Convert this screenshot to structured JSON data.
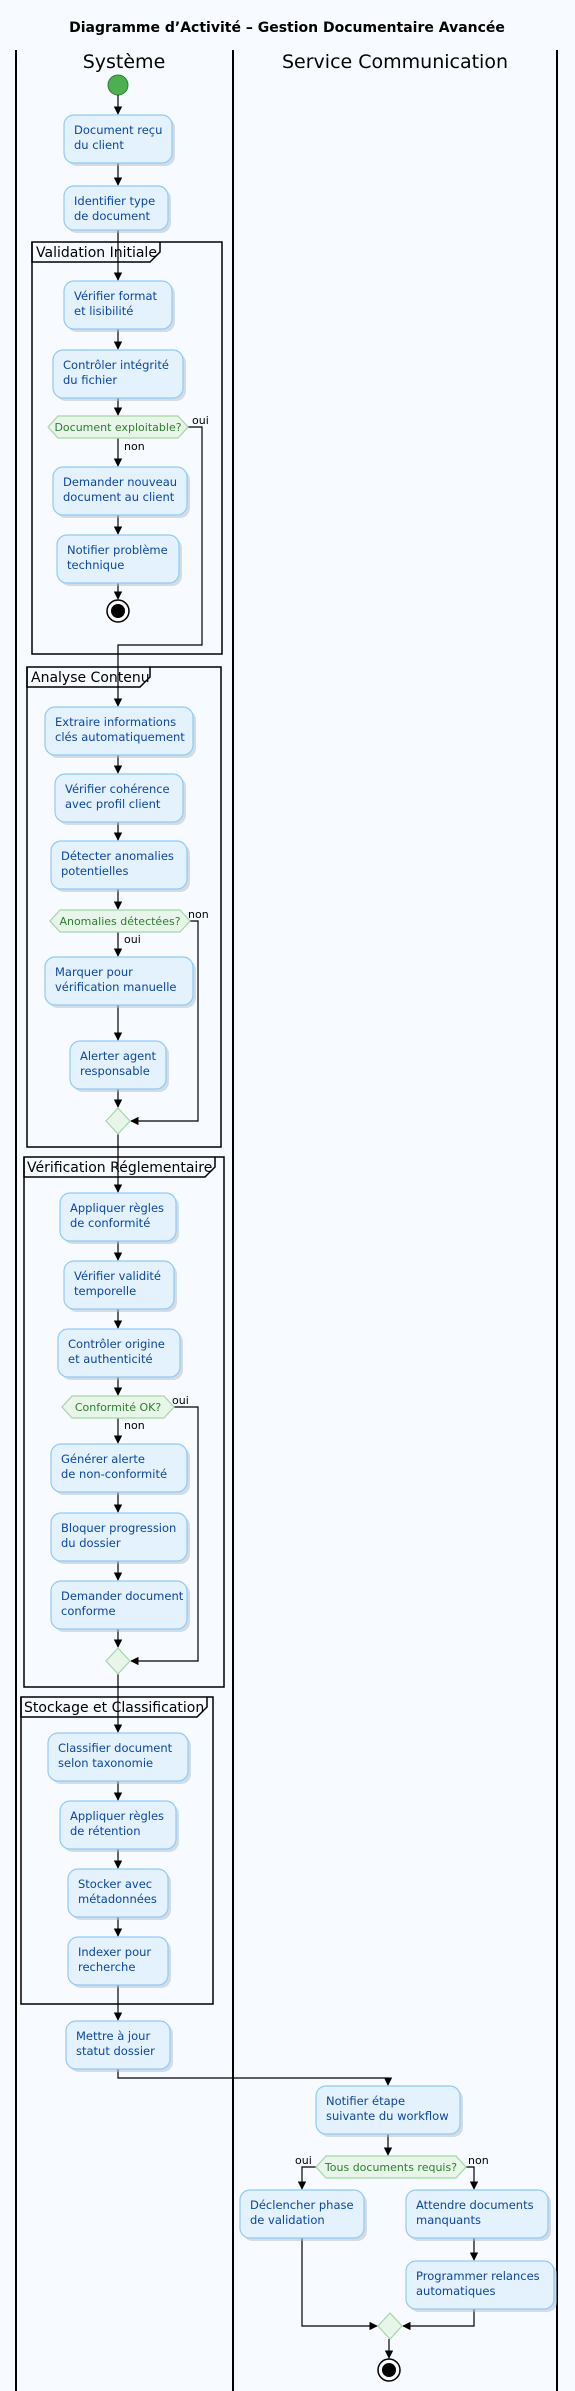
{
  "title": "Diagramme d’Activité – Gestion Documentaire Avancée",
  "lanes": [
    "Système",
    "Service Communication"
  ],
  "frames": {
    "f1": "Validation Initiale",
    "f2": "Analyse Contenu",
    "f3": "Vérification Réglementaire",
    "f4": "Stockage et Classification"
  },
  "activities": {
    "a1": [
      "Document reçu",
      "du client"
    ],
    "a2": [
      "Identifier type",
      "de document"
    ],
    "a3": [
      "Vérifier format",
      "et lisibilité"
    ],
    "a4": [
      "Contrôler intégrité",
      "du fichier"
    ],
    "a5": [
      "Demander nouveau",
      "document au client"
    ],
    "a6": [
      "Notifier problème",
      "technique"
    ],
    "a7": [
      "Extraire informations",
      "clés automatiquement"
    ],
    "a8": [
      "Vérifier cohérence",
      "avec profil client"
    ],
    "a9": [
      "Détecter anomalies",
      "potentielles"
    ],
    "a10": [
      "Marquer pour",
      "vérification manuelle"
    ],
    "a11": [
      "Alerter agent",
      "responsable"
    ],
    "a12": [
      "Appliquer règles",
      "de conformité"
    ],
    "a13": [
      "Vérifier validité",
      "temporelle"
    ],
    "a14": [
      "Contrôler origine",
      "et authenticité"
    ],
    "a15": [
      "Générer alerte",
      "de non-conformité"
    ],
    "a16": [
      "Bloquer progression",
      "du dossier"
    ],
    "a17": [
      "Demander document",
      "conforme"
    ],
    "a18": [
      "Classifier document",
      "selon taxonomie"
    ],
    "a19": [
      "Appliquer règles",
      "de rétention"
    ],
    "a20": [
      "Stocker avec",
      "métadonnées"
    ],
    "a21": [
      "Indexer pour",
      "recherche"
    ],
    "a22": [
      "Mettre à jour",
      "statut dossier"
    ],
    "a23": [
      "Notifier étape",
      "suivante du workflow"
    ],
    "a24": [
      "Déclencher phase",
      "de validation"
    ],
    "a25": [
      "Attendre documents",
      "manquants"
    ],
    "a26": [
      "Programmer relances",
      "automatiques"
    ]
  },
  "decisions": {
    "d1": "Document exploitable?",
    "d2": "Anomalies détectées?",
    "d3": "Conformité OK?",
    "d4": "Tous documents requis?"
  },
  "guards": {
    "g1_yes": "oui",
    "g1_no": "non",
    "g2_yes": "oui",
    "g2_no": "non",
    "g3_yes": "oui",
    "g3_no": "non",
    "g4_yes": "oui",
    "g4_no": "non"
  },
  "colors": {
    "activity_fill": "#e3f2fd",
    "activity_border": "#90caf9",
    "activity_text": "#0d47a1",
    "decision_fill": "#e8f5e9",
    "decision_text": "#2e7d32",
    "start_node": "#4caf50",
    "background": "#f7fbff"
  }
}
